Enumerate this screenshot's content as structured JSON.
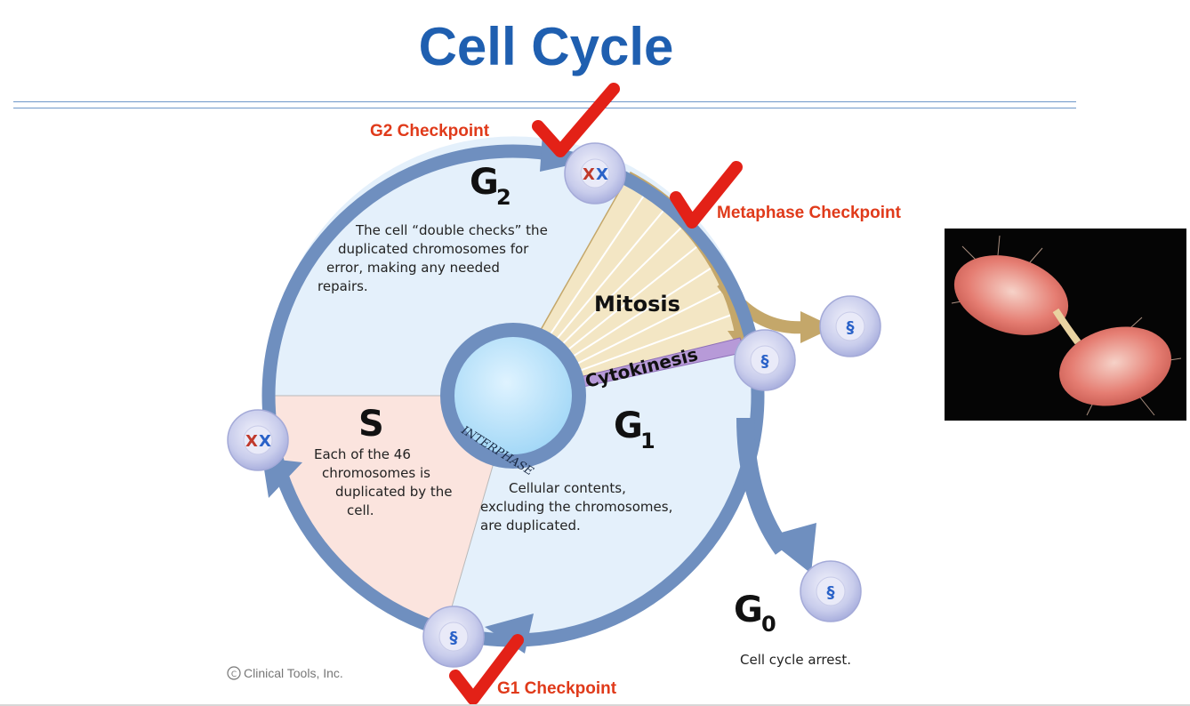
{
  "slide": {
    "title": "Cell Cycle"
  },
  "checkpoints": {
    "g2": "G2 Checkpoint",
    "metaphase": "Metaphase Checkpoint",
    "g1": "G1 Checkpoint"
  },
  "phases": {
    "g2": {
      "letter": "G",
      "sub": "2",
      "lines": [
        "The cell “double checks” the",
        "duplicated chromosomes for",
        "error, making any needed",
        "repairs."
      ]
    },
    "s": {
      "letter": "S",
      "lines": [
        "Each of the 46",
        "chromosomes is",
        "duplicated by the",
        "cell."
      ]
    },
    "g1": {
      "letter": "G",
      "sub": "1",
      "lines": [
        "Cellular contents,",
        "excluding the chromosomes,",
        "are duplicated."
      ]
    },
    "g0": {
      "letter": "G",
      "sub": "0",
      "caption": "Cell cycle arrest."
    },
    "mitosis": "Mitosis",
    "cytokinesis": "Cytokinesis",
    "interphase": "INTERPHASE"
  },
  "copyright": "Clinical Tools, Inc.",
  "colors": {
    "title": "#1f5fb0",
    "checkpoint": "#e03a1a",
    "cycle_arrow": "#6f8fbf",
    "g_phase_fill": "#e4f0fb",
    "s_phase_fill": "#fbe4de",
    "mitosis_fill": "#f3e6c4",
    "mitosis_arrow": "#c4a76a",
    "cytokinesis": "#b79ad8"
  },
  "icons": {
    "check": "checkmark-icon",
    "cell": "cell-icon",
    "copyright": "copyright-icon"
  }
}
